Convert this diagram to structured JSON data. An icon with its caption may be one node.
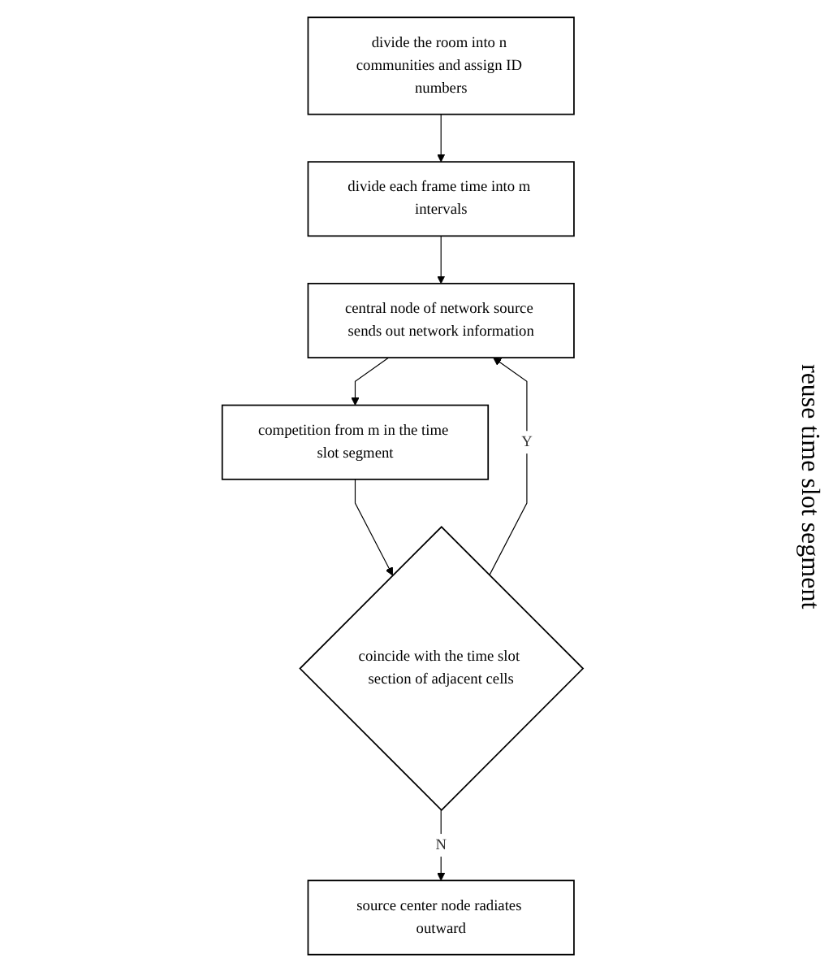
{
  "diagram": {
    "nodes": [
      {
        "text": [
          "divide the room into n communities and assign ID numbers"
        ]
      },
      {
        "text": [
          "divide each frame time into m intervals"
        ]
      },
      {
        "text": [
          "central node of network source sends out network information"
        ]
      },
      {
        "text": [
          "competition from m in the time slot segment"
        ]
      },
      {
        "text": [
          "coincide with the time slot section of adjacent cells"
        ]
      },
      {
        "text": [
          "source center node radiates outward"
        ]
      }
    ],
    "edges": [
      {
        "from": 0,
        "to": 1,
        "arrow": "to"
      },
      {
        "from": 1,
        "to": 2,
        "arrow": "to"
      },
      {
        "from": 2,
        "to": 3,
        "arrow": "to"
      },
      {
        "from": 3,
        "to": 4,
        "arrow": "to"
      },
      {
        "from": 4,
        "to": 2,
        "arrow": "to",
        "label": "Y"
      },
      {
        "from": 4,
        "to": 5,
        "arrow": "to",
        "label": "N"
      }
    ],
    "labels": [
      "reuse time slot segment"
    ]
  }
}
